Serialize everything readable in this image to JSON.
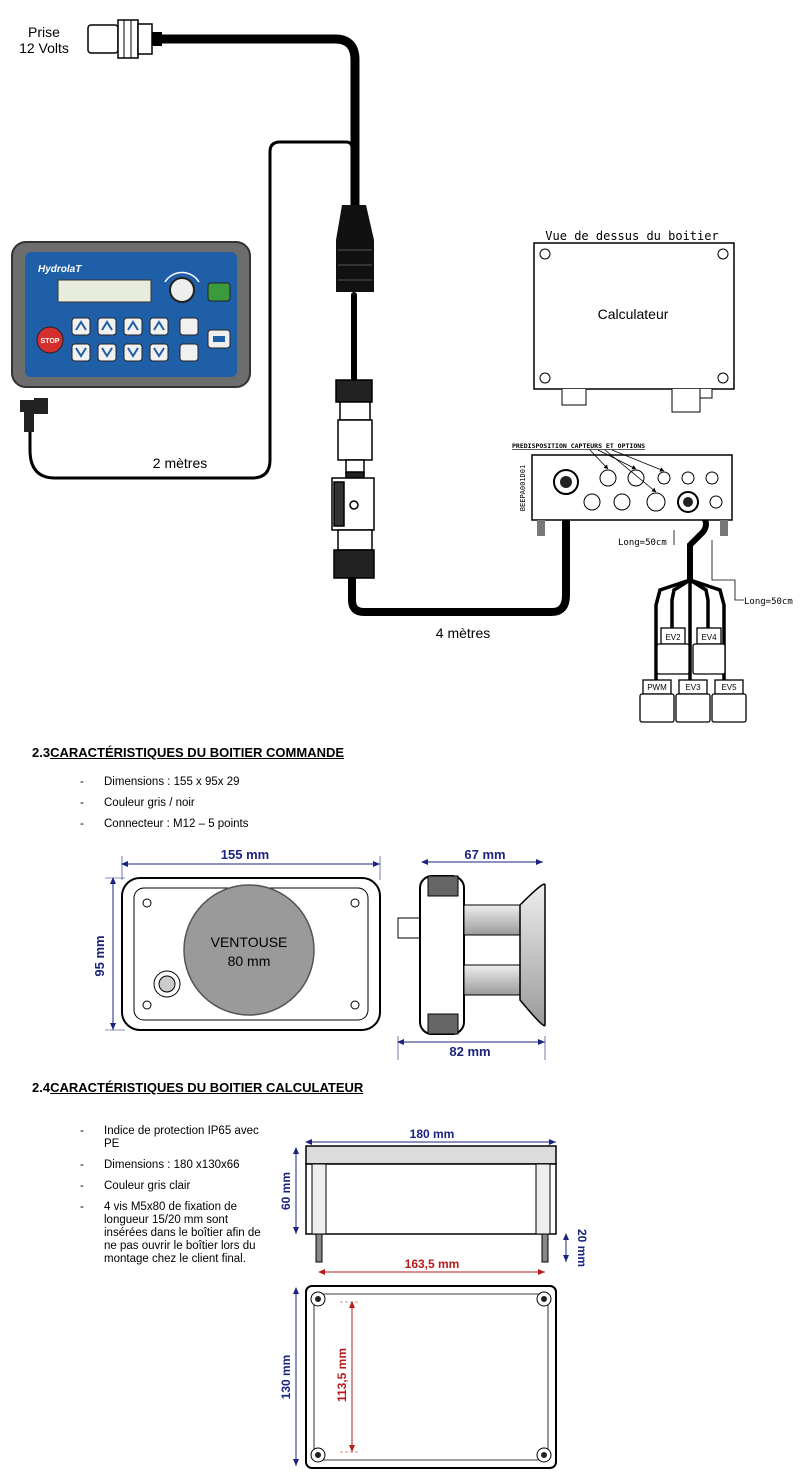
{
  "top_diagram": {
    "plug_label_line1": "Prise",
    "plug_label_line2": "12 Volts",
    "cable_2m": "2 mètres",
    "cable_4m": "4 mètres",
    "top_view_label": "Vue de dessus du boitier",
    "calc_label": "Calculateur",
    "predisposition_label": "PREDISPOSITION CAPTEURS ET OPTIONS",
    "side_code": "BEEPA001D01",
    "long_1": "Long=50cm",
    "long_2": "Long=50cm",
    "console_brand": "HydrolaT",
    "stop_label": "STOP",
    "connectors": [
      "EV2",
      "EV4",
      "PWM",
      "EV3",
      "EV5"
    ]
  },
  "section_23": {
    "number": "2.3",
    "title": "CARACTÉRISTIQUES DU BOITIER COMMANDE",
    "bullets": [
      "Dimensions : 155 x 95x 29",
      "Couleur gris / noir",
      "Connecteur : M12 – 5 points"
    ],
    "dim_width": "155 mm",
    "dim_height": "95 mm",
    "dim_depth_top": "67 mm",
    "dim_depth_bottom": "82 mm",
    "suction_line1": "VENTOUSE",
    "suction_line2": "80 mm"
  },
  "section_24": {
    "number": "2.4",
    "title": "CARACTÉRISTIQUES DU BOITIER CALCULATEUR",
    "bullets": [
      "Indice de protection IP65 avec PE",
      "Dimensions : 180 x130x66",
      "Couleur gris clair",
      "4 vis M5x80 de fixation de longueur 15/20 mm sont insérées dans le boîtier afin de ne pas ouvrir le boîtier lors du montage chez le client final."
    ],
    "dim_width": "180 mm",
    "dim_height": "60 mm",
    "dim_screw": "20 mm",
    "dim_screw_span": "163,5 mm",
    "dim_depth": "130 mm",
    "dim_inner": "113,5 mm"
  },
  "colors": {
    "dim_blue": "#1a237e",
    "dim_red": "#b71c1c",
    "console_blue": "#1f5fa8"
  }
}
